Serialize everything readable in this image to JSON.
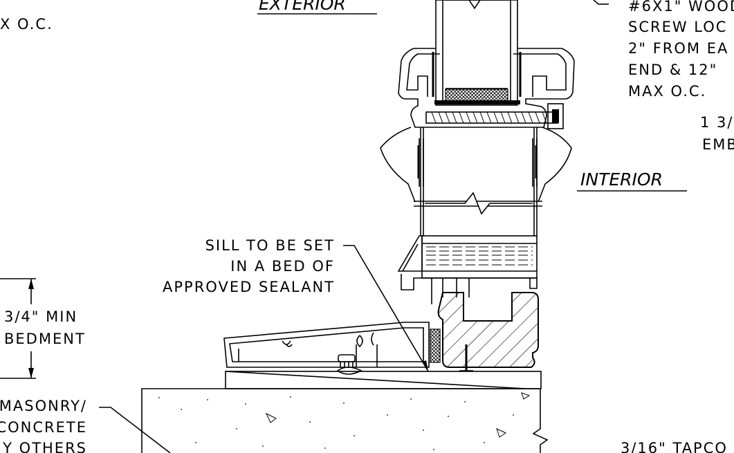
{
  "labels": {
    "exterior": "EXTERIOR",
    "interior": "INTERIOR",
    "max_oc_left": "X O.C.",
    "screw_note": [
      "#6X1\" WOOD",
      "SCREW LOC",
      "2\" FROM EA",
      "END & 12\"",
      "MAX O.C."
    ],
    "embedment_right": [
      "1 3/",
      "EMB"
    ],
    "sill_note": [
      "SILL TO BE SET",
      "IN A BED OF",
      "APPROVED SEALANT"
    ],
    "embedment_left": [
      "3/4\" MIN",
      "BEDMENT"
    ],
    "masonry_note": [
      "MASONRY/",
      "CONCRETE",
      "Y OTHERS"
    ],
    "shim_note": "3/16\" TAPCO"
  }
}
